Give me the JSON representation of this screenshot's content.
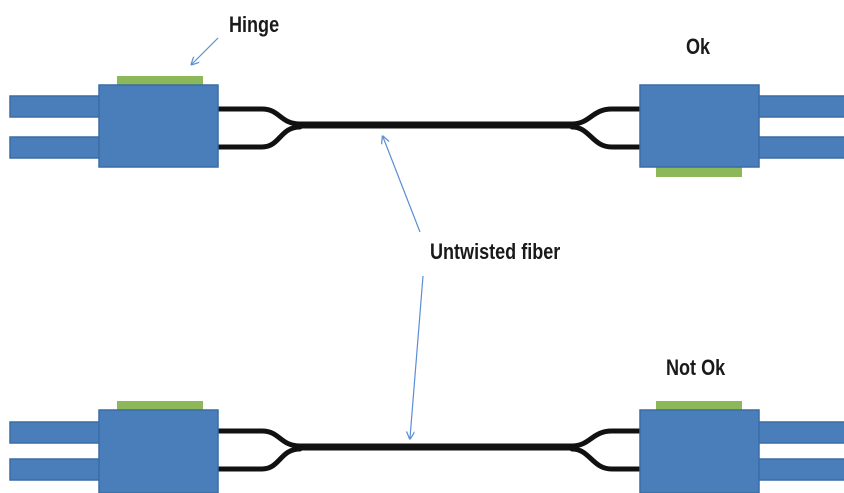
{
  "labels": {
    "hinge": "Hinge",
    "ok": "Ok",
    "untwisted_fiber": "Untwisted fiber",
    "not_ok": "Not Ok"
  },
  "colors": {
    "connector_body": "#4A7EBB",
    "connector_outline": "#3A6BA5",
    "hinge": "#8DB85A",
    "fiber": "#111111",
    "arrow": "#5B8FD4",
    "background": "#FFFFFF"
  }
}
